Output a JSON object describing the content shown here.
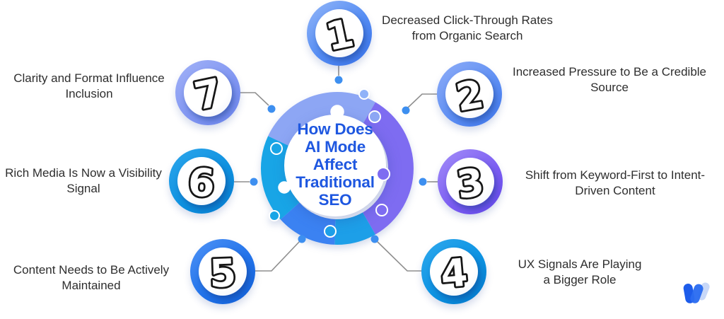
{
  "center": {
    "title": "How Does\nAI Mode\nAffect\nTraditional\nSEO"
  },
  "items": [
    {
      "number": "1",
      "label": "Decreased Click-Through Rates\nfrom Organic Search",
      "ring_color": "#548cf3"
    },
    {
      "number": "2",
      "label": "Increased Pressure to Be a Credible\nSource",
      "ring_color": "#5b8df3"
    },
    {
      "number": "3",
      "label": "Shift from Keyword-First to Intent-\nDriven Content",
      "ring_color": "#7d5ff2"
    },
    {
      "number": "4",
      "label": "UX Signals Are Playing\na Bigger Role",
      "ring_color": "#0d93e2"
    },
    {
      "number": "5",
      "label": "Content Needs to Be Actively\nMaintained",
      "ring_color": "#2273ea"
    },
    {
      "number": "6",
      "label": "Rich Media Is Now a Visibility\nSignal",
      "ring_color": "#0f92e0"
    },
    {
      "number": "7",
      "label": "Clarity and Format Influence\nInclusion",
      "ring_color": "#8297f2"
    }
  ],
  "colors": {
    "title_blue": "#1e57e0",
    "label_text": "#2e2e2e",
    "connector_line": "#8f8f8f",
    "connector_dot": "#3d8ff0",
    "puzzle_segment_top": "#8da6f4",
    "puzzle_segment_right": "#7e6cf1",
    "puzzle_segment_bottom_right": "#1d9fe8",
    "puzzle_segment_bottom_left": "#3b82f2",
    "puzzle_segment_left": "#18a5e6",
    "logo_blue": "#1d5cea",
    "logo_light_blue": "#c8d8f8"
  }
}
